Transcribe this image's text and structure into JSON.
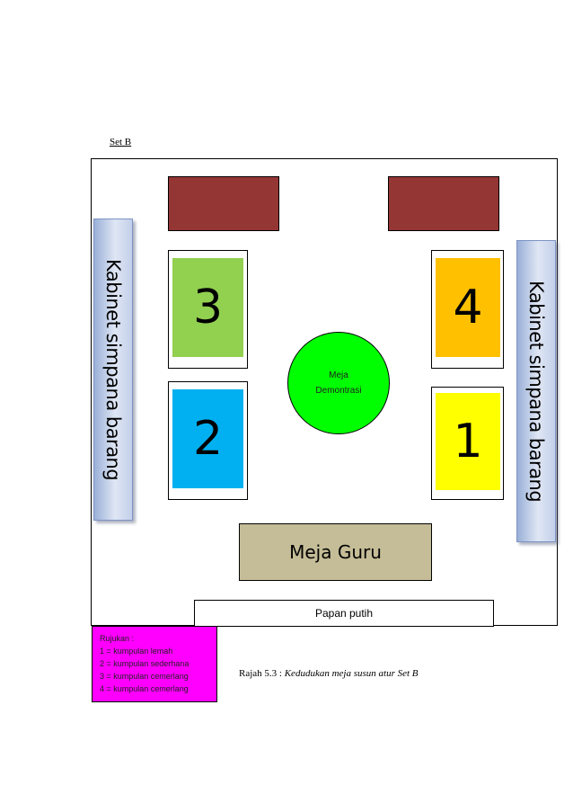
{
  "set_label": "Set B",
  "cabinet_left": "Kabinet simpana barang",
  "cabinet_right": "Kabinet simpana barang",
  "groups": [
    {
      "number": "3",
      "color": "#92d050"
    },
    {
      "number": "4",
      "color": "#ffc000"
    },
    {
      "number": "2",
      "color": "#00b0f0"
    },
    {
      "number": "1",
      "color": "#ffff00"
    }
  ],
  "demo_table": "Meja\nDemontrasi",
  "teacher_table": "Meja Guru",
  "whiteboard": "Papan putih",
  "legend": {
    "title": "Rujukan :",
    "items": [
      "1 = kumpulan lemah",
      "2 = kumpulan sederhana",
      "3 = kumpulan cemerlang",
      "4 = kumpulan cemerlang"
    ]
  },
  "caption": {
    "prefix": "Rajah 5.3 : ",
    "italic": "Kedudukan meja susun atur Set B"
  },
  "colors": {
    "dark_table": "#943634",
    "demo_table": "#00ff00",
    "teacher_table": "#c4bd97",
    "legend_bg": "#ff00ff"
  }
}
